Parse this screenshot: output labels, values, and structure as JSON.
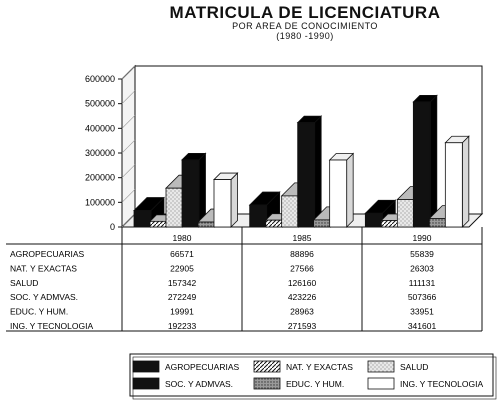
{
  "page": {
    "title": "MATRICULA DE LICENCIATURA",
    "subtitle": "POR AREA DE CONOCIMIENTO",
    "period": "(1980 -1990)"
  },
  "chart_data": {
    "type": "bar",
    "title": "MATRICULA DE LICENCIATURA",
    "subtitle": "POR AREA DE CONOCIMIENTO (1980 -1990)",
    "categories": [
      "1980",
      "1985",
      "1990"
    ],
    "ylim": [
      0,
      600000
    ],
    "yticks": [
      0,
      100000,
      200000,
      300000,
      400000,
      500000,
      600000
    ],
    "ytick_labels": [
      "0",
      "100000",
      "200000",
      "300000",
      "400000",
      "500000",
      "600000"
    ],
    "grid": false,
    "legend_position": "bottom",
    "three_d": true,
    "series": [
      {
        "name": "AGROPECUARIAS",
        "values": [
          66571,
          88896,
          55839
        ],
        "pattern": "solid-black"
      },
      {
        "name": "NAT. Y EXACTAS",
        "values": [
          22905,
          27566,
          26303
        ],
        "pattern": "hatch"
      },
      {
        "name": "SALUD",
        "values": [
          157342,
          126160,
          111131
        ],
        "pattern": "light-dots"
      },
      {
        "name": "SOC. Y ADMVAS.",
        "values": [
          272249,
          423226,
          507366
        ],
        "pattern": "solid-black"
      },
      {
        "name": "EDUC. Y HUM.",
        "values": [
          19991,
          28963,
          33951
        ],
        "pattern": "gray-stipple"
      },
      {
        "name": "ING. Y TECNOLOGIA",
        "values": [
          192233,
          271593,
          341601
        ],
        "pattern": "white"
      }
    ],
    "table": {
      "headers": [
        "1980",
        "1985",
        "1990"
      ],
      "rows": [
        {
          "label": "AGROPECUARIAS",
          "values": [
            "66571",
            "88896",
            "55839"
          ]
        },
        {
          "label": "NAT. Y EXACTAS",
          "values": [
            "22905",
            "27566",
            "26303"
          ]
        },
        {
          "label": "SALUD",
          "values": [
            "157342",
            "126160",
            "111131"
          ]
        },
        {
          "label": "SOC. Y ADMVAS.",
          "values": [
            "272249",
            "423226",
            "507366"
          ]
        },
        {
          "label": "EDUC. Y HUM.",
          "values": [
            "19991",
            "28963",
            "33951"
          ]
        },
        {
          "label": "ING. Y TECNOLOGIA",
          "values": [
            "192233",
            "271593",
            "341601"
          ]
        }
      ]
    },
    "legend": [
      "AGROPECUARIAS",
      "NAT. Y EXACTAS",
      "SALUD",
      "SOC. Y ADMVAS.",
      "EDUC. Y HUM.",
      "ING. Y TECNOLOGIA"
    ]
  }
}
